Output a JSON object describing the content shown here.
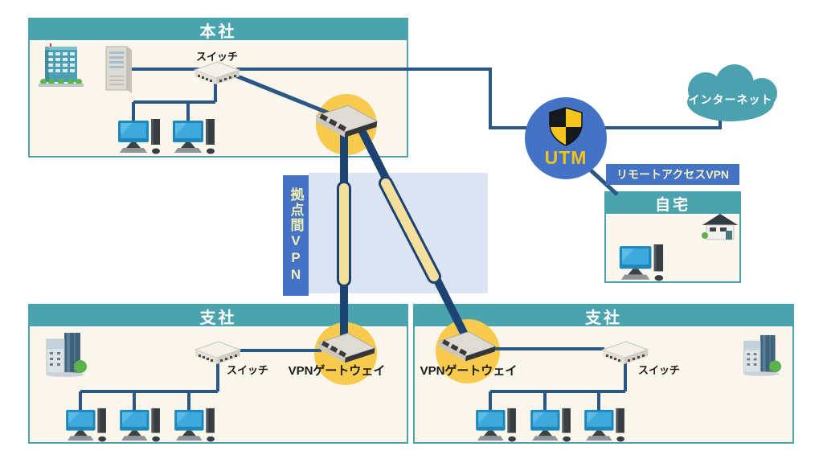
{
  "head_office": {
    "title": "本社",
    "switch_label": "スイッチ"
  },
  "branch_left": {
    "title": "支社",
    "switch_label": "スイッチ",
    "gateway_label": "VPNゲートウェイ"
  },
  "branch_right": {
    "title": "支社",
    "switch_label": "スイッチ",
    "gateway_label": "VPNゲートウェイ"
  },
  "home": {
    "title": "自宅"
  },
  "labels": {
    "utm": "UTM",
    "internet": "インターネット",
    "site_to_site_vpn": "拠点間VPN",
    "remote_access_vpn": "リモートアクセスVPN"
  },
  "colors": {
    "box_teal": "#4BA3AE",
    "box_body_cream": "#FAF6EB",
    "line_navy": "#2A5785",
    "tunnel_navy": "#1C4371",
    "accent_blue": "#4472C4",
    "highlight_yellow": "#F8CA4D",
    "capsule_yellow": "#F4E09C",
    "panel_blue": "#DCE3F3",
    "utm_text_yellow": "#F2C21D",
    "pale_yellow_text": "#F5F3C2"
  }
}
